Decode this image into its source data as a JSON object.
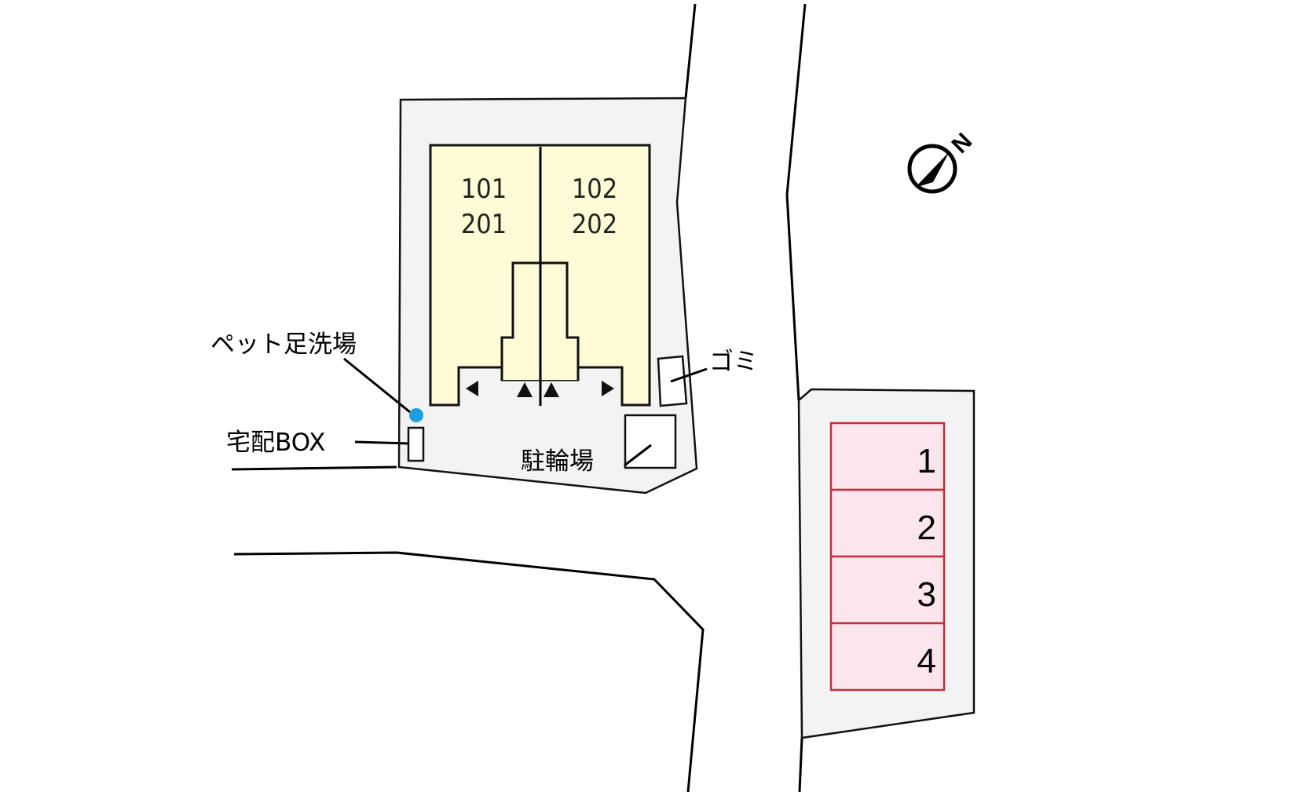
{
  "units": {
    "left_upper": "101",
    "left_lower": "201",
    "right_upper": "102",
    "right_lower": "202"
  },
  "labels": {
    "pet_wash": "ペット足洗場",
    "garbage": "ゴミ",
    "delivery_box": "宅配BOX",
    "bicycle_parking": "駐輪場"
  },
  "parking": {
    "spaces": [
      "1",
      "2",
      "3",
      "4"
    ]
  },
  "compass": {
    "north_label": "N"
  },
  "colors": {
    "building_fill": "#fdfcd6",
    "lot_fill": "#f3f3f3",
    "parking_fill": "#fde5ee",
    "parking_border": "#c0303e",
    "pet_wash_marker": "#1aa0e0"
  }
}
